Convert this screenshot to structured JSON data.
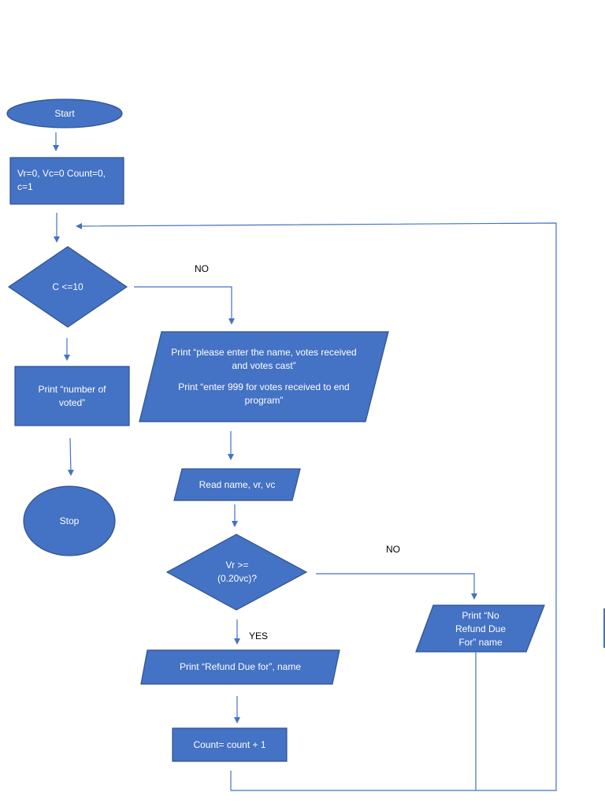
{
  "nodes": {
    "start": "Start",
    "init": "Vr=0, Vc=0 Count=0, c=1",
    "decision1": "C <=10",
    "print_prompt_1": "Print “please enter the name, votes received and votes cast”",
    "print_prompt_2": "Print “enter 999 for votes received to end program”",
    "read_input": "Read name, vr, vc",
    "decision2": "Vr >=(0.20vc)?",
    "print_refund": "Print “Refund Due for”, name",
    "print_no_refund": "Print “No Refund Due For” name",
    "increment": "Count= count + 1",
    "print_voted": "Print “number of voted”",
    "stop": "Stop"
  },
  "edges": {
    "no_1": "NO",
    "no_2": "NO",
    "yes": "YES"
  },
  "colors": {
    "fill": "#4472c4",
    "border": "#2f528f",
    "text": "#ffffff"
  }
}
